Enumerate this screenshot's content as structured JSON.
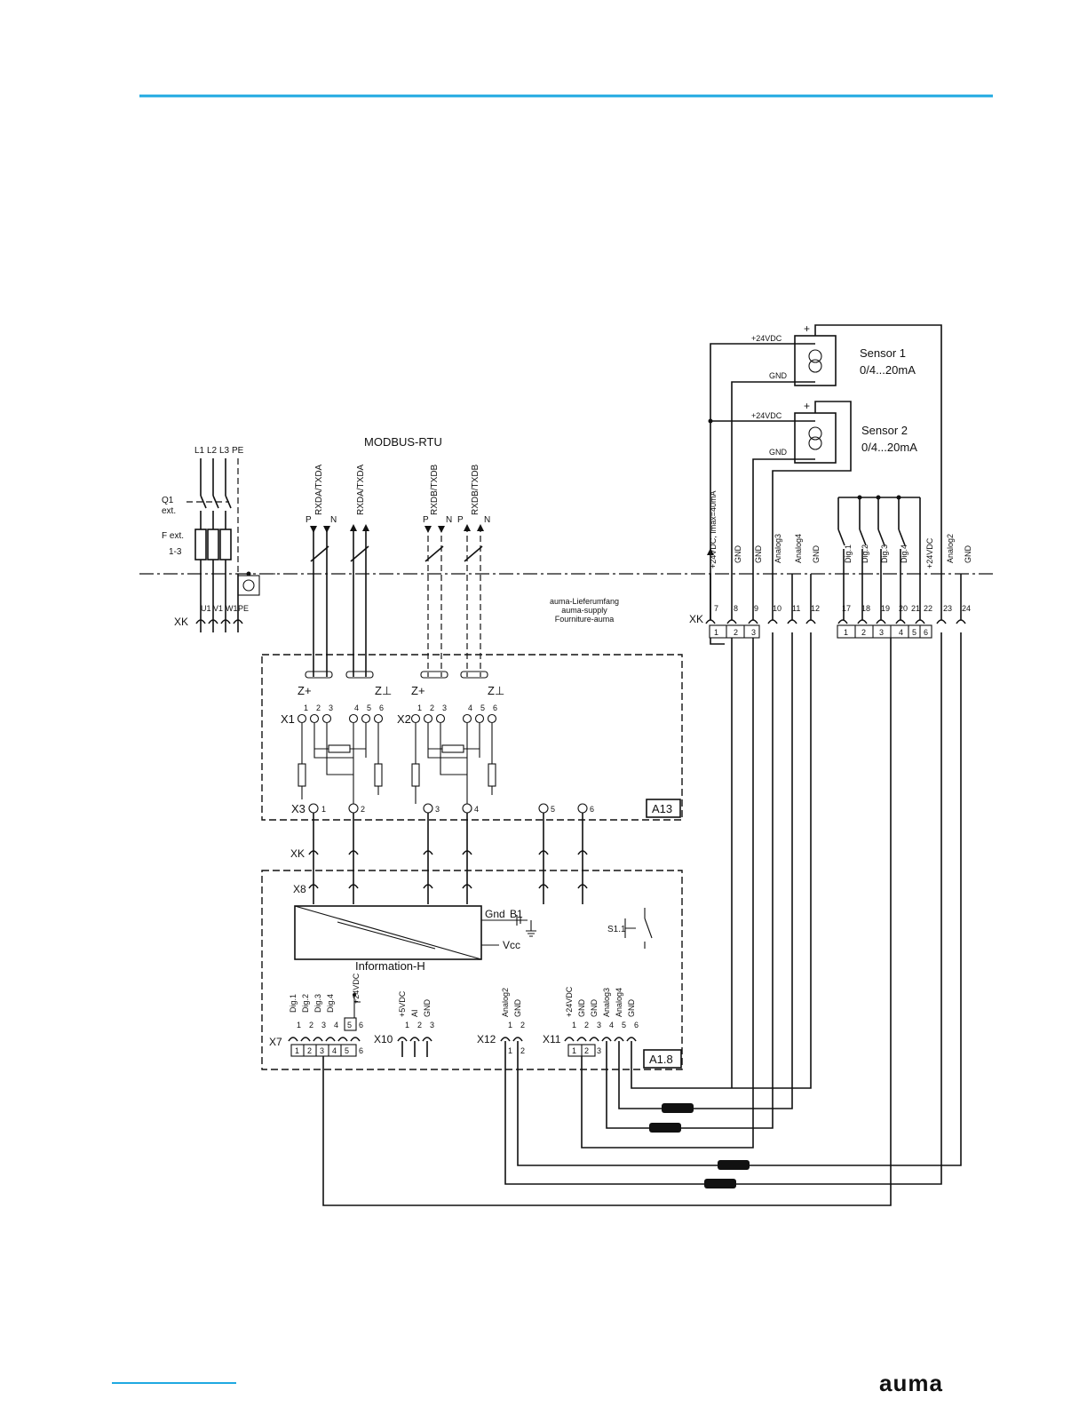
{
  "brand": {
    "logo_text": "auma",
    "accent_color": "#1fa9e1"
  },
  "diagram": {
    "bus_title": "MODBUS-RTU",
    "power": {
      "phase_labels": [
        "L1",
        "L2",
        "L3",
        "PE"
      ],
      "breaker_label": "Q1",
      "breaker_sub": "ext.",
      "fuse_label": "F ext.",
      "fuse_sub": "1-3",
      "xk_terminals": [
        "U1",
        "V1",
        "W1",
        "PE"
      ]
    },
    "bus_signals": {
      "ch1a": "RXDA/TXDA",
      "ch1b": "RXDA/TXDA",
      "ch2a": "RXDB/TXDB",
      "ch2b": "RXDB/TXDB",
      "p": "P",
      "n": "N"
    },
    "supply_note": [
      "auma-Lieferumfang",
      "auma-supply",
      "Fourniture-auma"
    ],
    "sensors": [
      {
        "name": "Sensor  1",
        "range": "0/4...20mA",
        "plus": "+",
        "v": "+24VDC",
        "gnd": "GND"
      },
      {
        "name": "Sensor  2",
        "range": "0/4...20mA",
        "plus": "+",
        "v": "+24VDC",
        "gnd": "GND"
      }
    ],
    "xk_right": {
      "label": "XK",
      "signals": [
        "+24VDC, Imax=40mA",
        "GND",
        "GND",
        "Analog3",
        "Analog4",
        "GND",
        "Dig.1",
        "Dig.2",
        "Dig.3",
        "Dig.4",
        "+24VDC",
        "Analog2",
        "GND"
      ],
      "numbers": [
        "7",
        "8",
        "9",
        "10",
        "11",
        "12",
        "17",
        "18",
        "19",
        "20",
        "21",
        "22",
        "23",
        "24"
      ],
      "group_a": [
        "1",
        "2",
        "3"
      ],
      "group_b": [
        "1",
        "2",
        "3",
        "4",
        "5",
        "6"
      ]
    },
    "xk_left_label": "XK",
    "a13": {
      "label": "A13",
      "x1": "X1",
      "x2": "X2",
      "x3": "X3",
      "pins": [
        "1",
        "2",
        "3",
        "4",
        "5",
        "6"
      ],
      "z_plus": "Z+",
      "z_gnd": "Z⊥"
    },
    "xk_mid_label": "XK",
    "x8_label": "X8",
    "a18": {
      "label": "A1.8",
      "module_name": "Information-H",
      "gnd": "Gnd",
      "b1": "B1",
      "vcc": "Vcc",
      "switch": "S1.1",
      "x7": {
        "label": "X7",
        "signals": [
          "Dig.1",
          "Dig.2",
          "Dig.3",
          "Dig.4",
          "+24VDC"
        ],
        "pins": [
          "1",
          "2",
          "3",
          "4",
          "5",
          "6"
        ]
      },
      "x10": {
        "label": "X10",
        "signals": [
          "+5VDC",
          "AI",
          "GND"
        ],
        "pins": [
          "1",
          "2",
          "3"
        ]
      },
      "x12": {
        "label": "X12",
        "signals": [
          "Analog2",
          "GND"
        ],
        "pins": [
          "1",
          "2"
        ]
      },
      "x11": {
        "label": "X11",
        "signals": [
          "+24VDC",
          "GND",
          "GND",
          "Analog3",
          "Analog4",
          "GND"
        ],
        "pins": [
          "1",
          "2",
          "3",
          "4",
          "5",
          "6"
        ]
      }
    }
  }
}
